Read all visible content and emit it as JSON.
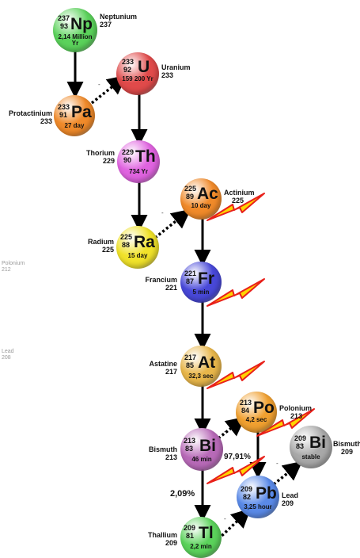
{
  "nuclides": {
    "np": {
      "mass": "237",
      "z": "93",
      "sym": "Np",
      "half": "2,14 Million Yr",
      "name": "Neptunium",
      "name_mass": "237",
      "color": "#5bd25b"
    },
    "u": {
      "mass": "233",
      "z": "92",
      "sym": "U",
      "half": "159 200 Yr",
      "name": "Uranium",
      "name_mass": "233",
      "color": "#e04a4a"
    },
    "pa": {
      "mass": "233",
      "z": "91",
      "sym": "Pa",
      "half": "27 day",
      "name": "Protactinium",
      "name_mass": "233",
      "color": "#f08a2a"
    },
    "th": {
      "mass": "229",
      "z": "90",
      "sym": "Th",
      "half": "734 Yr",
      "name": "Thorium",
      "name_mass": "229",
      "color": "#e063e0"
    },
    "ac": {
      "mass": "225",
      "z": "89",
      "sym": "Ac",
      "half": "10 day",
      "name": "Actinium",
      "name_mass": "225",
      "color": "#f08a2a"
    },
    "ra": {
      "mass": "225",
      "z": "88",
      "sym": "Ra",
      "half": "15 day",
      "name": "Radium",
      "name_mass": "225",
      "color": "#f0e22a"
    },
    "fr": {
      "mass": "221",
      "z": "87",
      "sym": "Fr",
      "half": "5 min",
      "name": "Francium",
      "name_mass": "221",
      "color": "#4848d8"
    },
    "at": {
      "mass": "217",
      "z": "85",
      "sym": "At",
      "half": "32,3 sec",
      "name": "Astatine",
      "name_mass": "217",
      "color": "#e8b64a"
    },
    "po": {
      "mass": "213",
      "z": "84",
      "sym": "Po",
      "half": "4,2 sec",
      "name": "Polonium",
      "name_mass": "213",
      "color": "#f0a030"
    },
    "bi": {
      "mass": "213",
      "z": "83",
      "sym": "Bi",
      "half": "46 min",
      "name": "Bismuth",
      "name_mass": "213",
      "color": "#b86ab8"
    },
    "bi2": {
      "mass": "209",
      "z": "83",
      "sym": "Bi",
      "half": "stable",
      "name": "Bismuth",
      "name_mass": "209",
      "color": "#a8a8a8"
    },
    "pb": {
      "mass": "209",
      "z": "82",
      "sym": "Pb",
      "half": "3,25 hour",
      "name": "Lead",
      "name_mass": "209",
      "color": "#5a8ae8"
    },
    "tl": {
      "mass": "209",
      "z": "81",
      "sym": "Tl",
      "half": "2,2 min",
      "name": "Thallium",
      "name_mass": "209",
      "color": "#5bd25b"
    }
  },
  "annotations": {
    "branch_bi_tl": "2,09%",
    "branch_bi_po": "97,91%",
    "faint_polonium": "Polonium",
    "faint_polonium_mass": "212",
    "faint_lead": "Lead",
    "faint_lead_mass": "208",
    "dash": "-"
  },
  "colors": {
    "alpha_arrow": "#000000",
    "beta_arrow": "#000000",
    "lightning_fill": "#ffd400",
    "lightning_stroke": "#e8201a"
  }
}
